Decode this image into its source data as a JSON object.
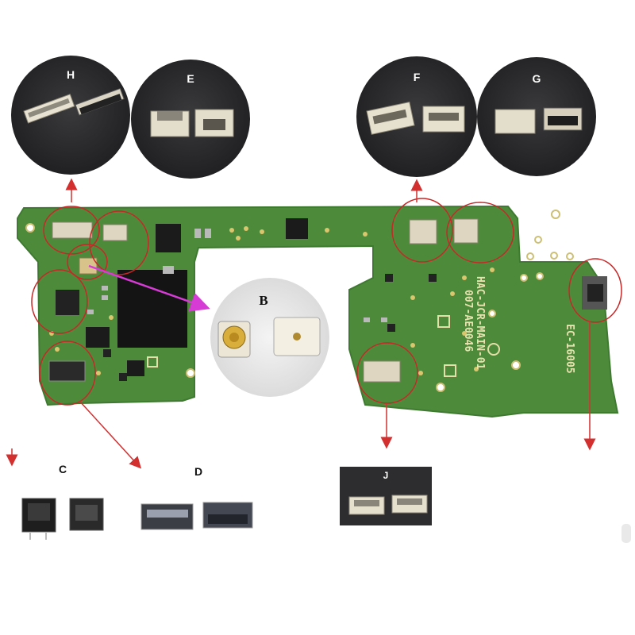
{
  "labels": {
    "H": "H",
    "E": "E",
    "F": "F",
    "G": "G",
    "B": "B",
    "C": "C",
    "D": "D",
    "J": "J"
  },
  "pcb_markings": {
    "board_id": "HAC-JCR-MAIN-01",
    "part_number": "007-AE0046",
    "cert": "EC-16005"
  },
  "colors": {
    "pcb": "#4d8a3a",
    "pcb_edge": "#3f7a31",
    "highlight_circle": "#c62828",
    "arrow_red": "#d32f2f",
    "arrow_magenta": "#d63bd6",
    "inset_bg": "#2d2d2f"
  }
}
